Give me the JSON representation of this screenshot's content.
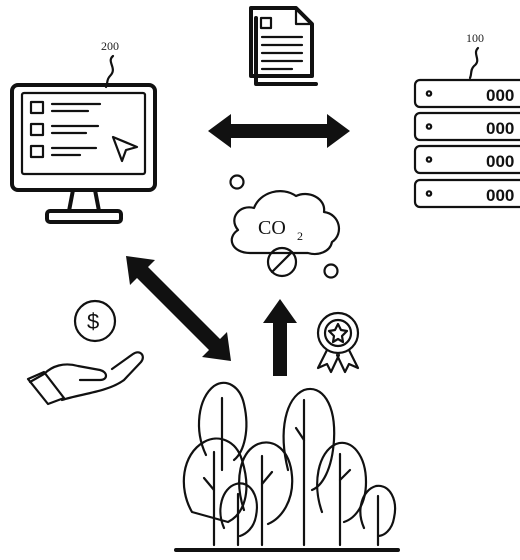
{
  "labels": {
    "computer_ref": "200",
    "server_ref": "100"
  },
  "co2": {
    "main": "CO",
    "subscript": "2"
  },
  "server": {
    "unit_marks": [
      "000",
      "000",
      "000",
      "000"
    ]
  },
  "payment": {
    "symbol": "$"
  },
  "colors": {
    "line": "#111111",
    "background": "#ffffff"
  },
  "icons": [
    "computer-icon",
    "document-icon",
    "server-rack-icon",
    "co2-cloud-icon",
    "certificate-badge-icon",
    "money-hand-icon",
    "forest-icon"
  ]
}
